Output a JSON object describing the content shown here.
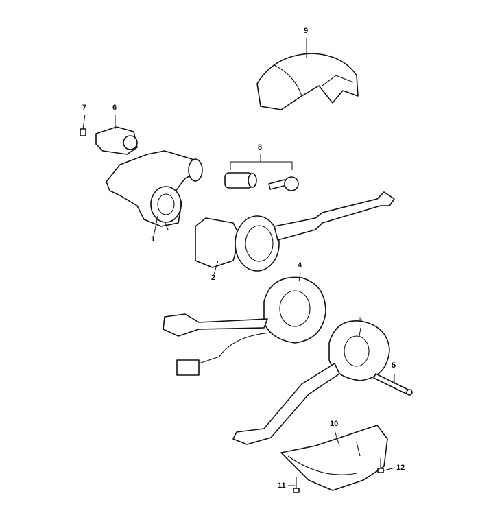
{
  "diagram": {
    "title": "Steering column switch assembly",
    "callouts": [
      "1",
      "2",
      "3",
      "4",
      "5",
      "6",
      "7",
      "8",
      "9",
      "10",
      "11",
      "12"
    ]
  }
}
